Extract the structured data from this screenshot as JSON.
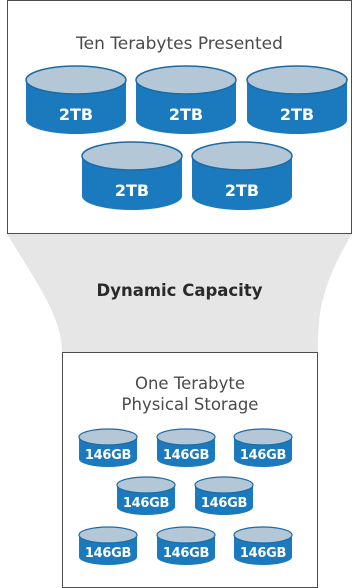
{
  "top_panel": {
    "title": "Ten Terabytes Presented",
    "disks": [
      "2TB",
      "2TB",
      "2TB",
      "2TB",
      "2TB"
    ]
  },
  "connector": {
    "label": "Dynamic Capacity"
  },
  "bottom_panel": {
    "title_line1": "One Terabyte",
    "title_line2": "Physical Storage",
    "disks": [
      "146GB",
      "146GB",
      "146GB",
      "146GB",
      "146GB",
      "146GB",
      "146GB",
      "146GB"
    ]
  },
  "colors": {
    "disk_body": "#1a7abd",
    "disk_top": "#b3c7d6",
    "disk_top_edge": "#1a6aa5",
    "funnel": "#e6e6e6",
    "border": "#4d4d4d"
  }
}
